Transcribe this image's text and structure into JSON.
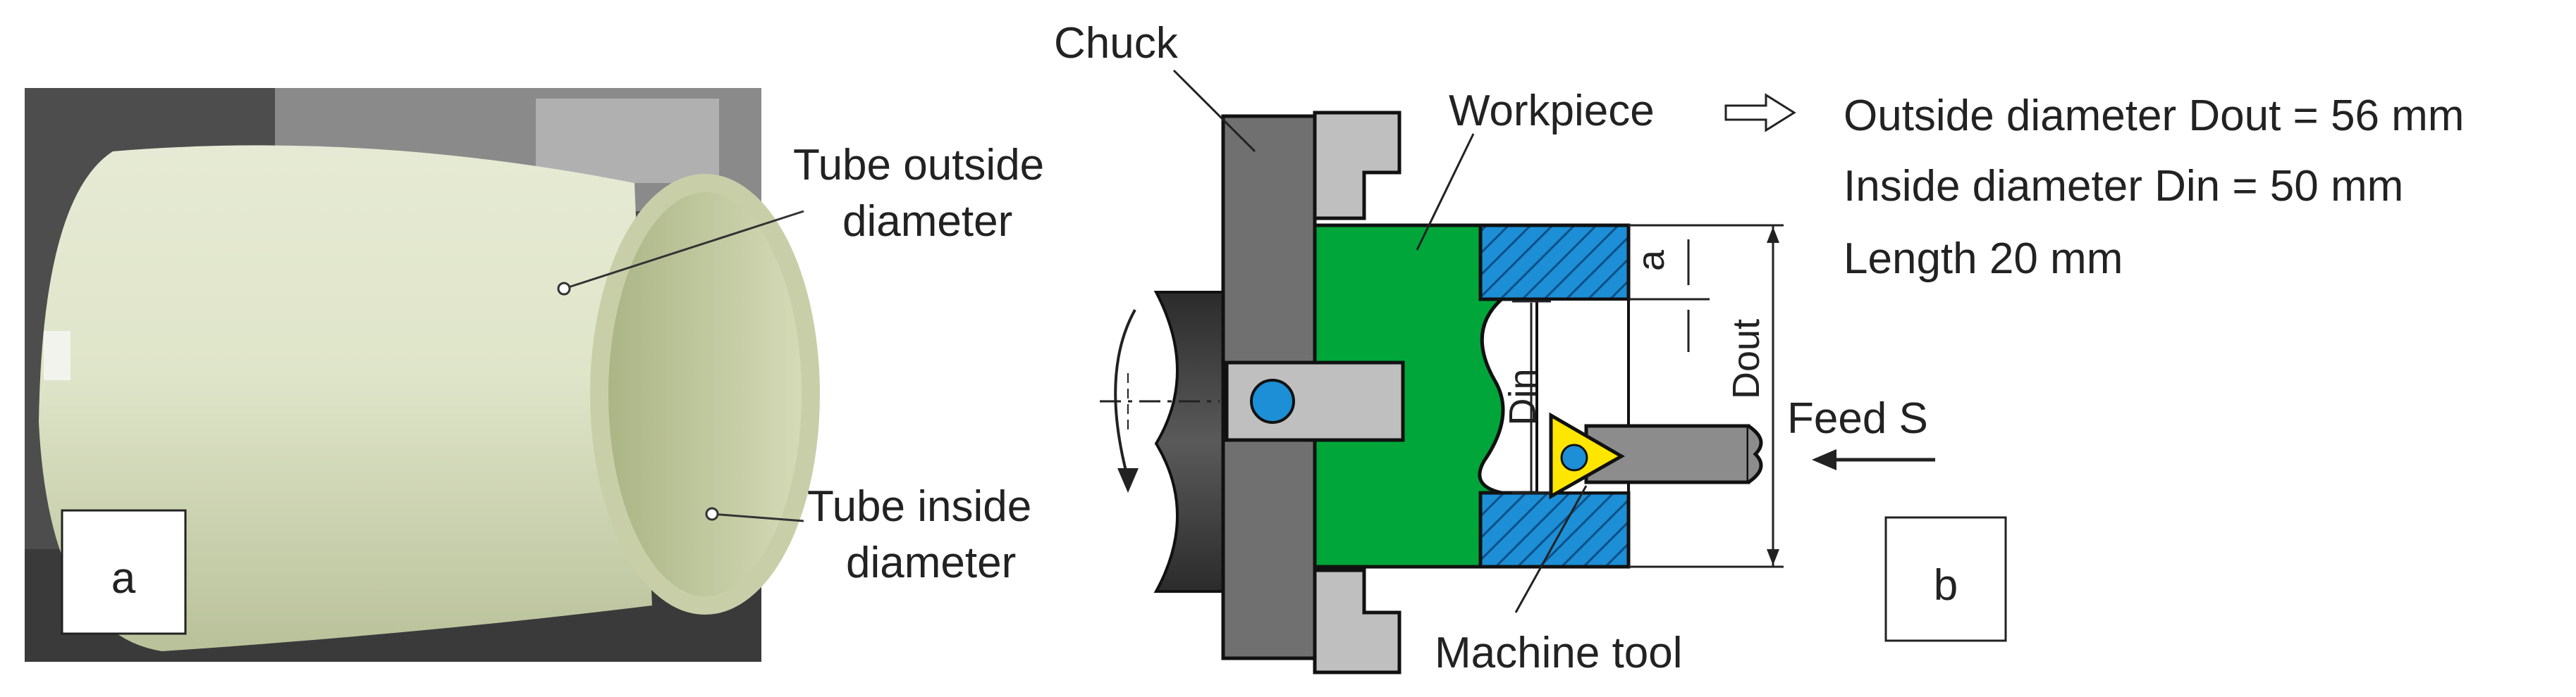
{
  "panel_a": {
    "panel_label": "a",
    "labels": {
      "outside_line1": "Tube outside",
      "outside_line2": "diameter",
      "inside_line1": "Tube inside",
      "inside_line2": "diameter"
    }
  },
  "panel_b": {
    "panel_label": "b",
    "labels": {
      "chuck": "Chuck",
      "workpiece": "Workpiece",
      "machine_tool": "Machine tool",
      "feed": "Feed S",
      "dim_a": "a",
      "dim_din": "Din",
      "dim_dout": "Dout"
    },
    "specs": [
      "Outside diameter Dout = 56 mm",
      "Inside diameter Din = 50 mm",
      "Length 20 mm"
    ]
  },
  "colors": {
    "workpiece_green": "#00a63a",
    "tube_blue": "#1c8fd6",
    "chuck_gray": "#707070",
    "jaw_gray": "#bfbfbf",
    "insert_yellow": "#ffe600",
    "shaft_dark": "#3a3a3a"
  }
}
